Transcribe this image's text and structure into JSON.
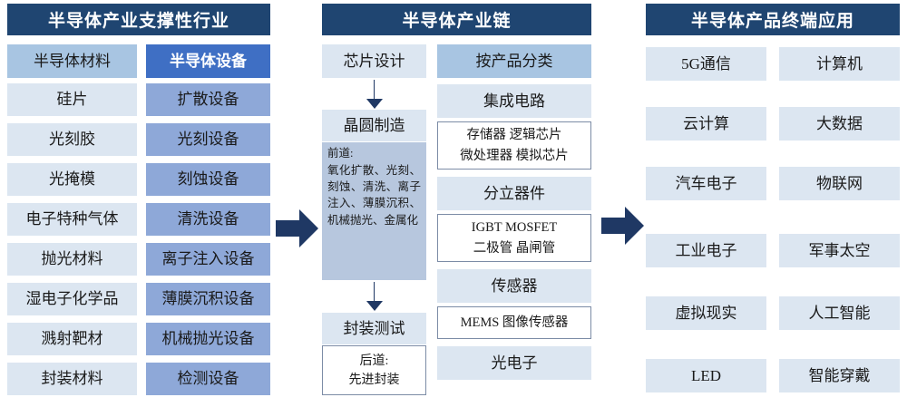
{
  "colors": {
    "header_bg": "#1f4571",
    "header_text": "#ffffff",
    "pale": "#dce6f1",
    "mid": "#a8c5e2",
    "strong": "#3f6fc4",
    "equip": "#8ea8d8",
    "mfg": "#b7c7de",
    "arrow": "#1f3864"
  },
  "panels": {
    "support": {
      "title": "半导体产业支撑性行业",
      "materials_header": "半导体材料",
      "equipment_header": "半导体设备",
      "materials": [
        "硅片",
        "光刻胶",
        "光掩模",
        "电子特种气体",
        "抛光材料",
        "湿电子化学品",
        "溅射靶材",
        "封装材料"
      ],
      "equipment": [
        "扩散设备",
        "光刻设备",
        "刻蚀设备",
        "清洗设备",
        "离子注入设备",
        "薄膜沉积设备",
        "机械抛光设备",
        "检测设备"
      ]
    },
    "chain": {
      "title": "半导体产业链",
      "process": {
        "design": "芯片设计",
        "wafer": "晶圆制造",
        "wafer_detail_heading": "前道:",
        "wafer_detail_body": "氧化扩散、光刻、刻蚀、清洗、离子注入、薄膜沉积、机械抛光、金属化",
        "package_test": "封装测试",
        "package_detail_heading": "后道:",
        "package_detail_body": "先进封装"
      },
      "products": {
        "header": "按产品分类",
        "groups": [
          {
            "name": "集成电路",
            "items": [
              "存储器  逻辑芯片",
              "微处理器  模拟芯片"
            ]
          },
          {
            "name": "分立器件",
            "items": [
              "IGBT  MOSFET",
              "二极管  晶闸管"
            ]
          },
          {
            "name": "传感器",
            "items": [
              "MEMS  图像传感器"
            ]
          },
          {
            "name": "光电子",
            "items": []
          }
        ]
      }
    },
    "applications": {
      "title": "半导体产品终端应用",
      "items": [
        "5G通信",
        "计算机",
        "云计算",
        "大数据",
        "汽车电子",
        "物联网",
        "工业电子",
        "军事太空",
        "虚拟现实",
        "人工智能",
        "LED",
        "智能穿戴"
      ]
    }
  },
  "connectors": {
    "design_to_wafer": "down-arrow",
    "wafer_to_package": "down-arrow",
    "support_to_chain": "right-arrow",
    "chain_to_applications": "right-arrow"
  }
}
